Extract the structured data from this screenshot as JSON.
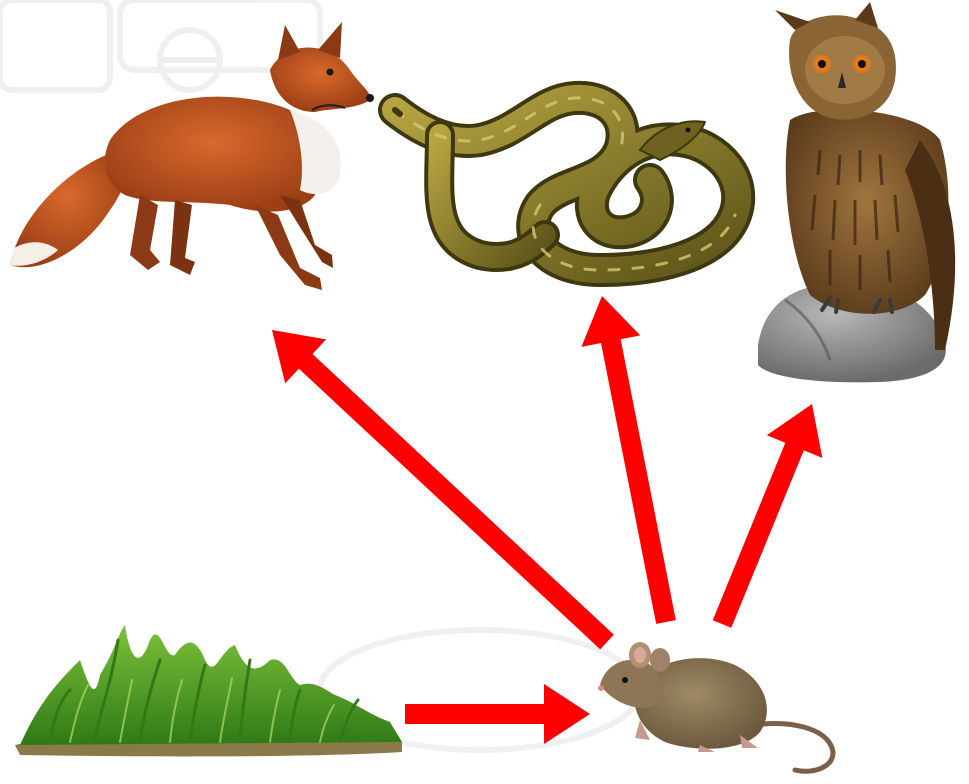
{
  "diagram": {
    "type": "food-web",
    "background": "#ffffff",
    "arrow_color": "#ff0000",
    "nodes": [
      {
        "id": "grass",
        "depicts": "grass-icon",
        "role": "producer"
      },
      {
        "id": "mouse",
        "depicts": "mouse-icon",
        "role": "primary-consumer"
      },
      {
        "id": "fox",
        "depicts": "fox-icon",
        "role": "predator"
      },
      {
        "id": "snake",
        "depicts": "snake-icon",
        "role": "predator"
      },
      {
        "id": "owl",
        "depicts": "owl-icon",
        "role": "predator"
      }
    ],
    "edges": [
      {
        "from": "grass",
        "to": "mouse"
      },
      {
        "from": "mouse",
        "to": "fox"
      },
      {
        "from": "mouse",
        "to": "snake"
      },
      {
        "from": "mouse",
        "to": "owl"
      }
    ]
  }
}
